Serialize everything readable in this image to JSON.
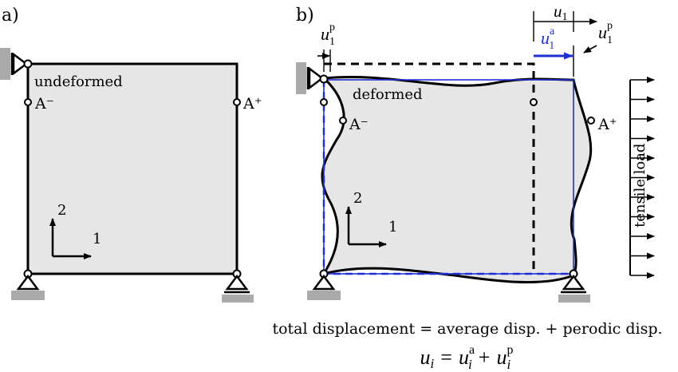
{
  "panel_a": {
    "label": "a)",
    "undeformed_label": "undeformed",
    "point_left": "A⁻",
    "point_right": "A⁺",
    "axis_1": "1",
    "axis_2": "2"
  },
  "panel_b": {
    "label": "b)",
    "deformed_label": "deformed",
    "point_left": "A⁻",
    "point_right": "A⁺",
    "axis_1": "1",
    "axis_2": "2",
    "load_label": "tensile load",
    "u1": {
      "base": "u",
      "sub": "1"
    },
    "u1_periodic_left": {
      "base": "u",
      "sub": "1",
      "sup": "p"
    },
    "u1_periodic_right": {
      "base": "u",
      "sub": "1",
      "sup": "p"
    },
    "u1_average": {
      "base": "u",
      "sub": "1",
      "sup": "a"
    }
  },
  "caption": {
    "text": "total displacement = average disp. + perodic disp.",
    "equation": {
      "lhs_base": "u",
      "lhs_sub": "i",
      "equals": "=",
      "t1_base": "u",
      "t1_sub": "i",
      "t1_sup": "a",
      "plus": "+",
      "t2_base": "u",
      "t2_sub": "i",
      "t2_sup": "p"
    }
  },
  "colors": {
    "body_fill": "#e6e6e6",
    "support_fill": "#aaaaaa",
    "average_blue": "#1f2fd6",
    "stroke": "#000000"
  }
}
